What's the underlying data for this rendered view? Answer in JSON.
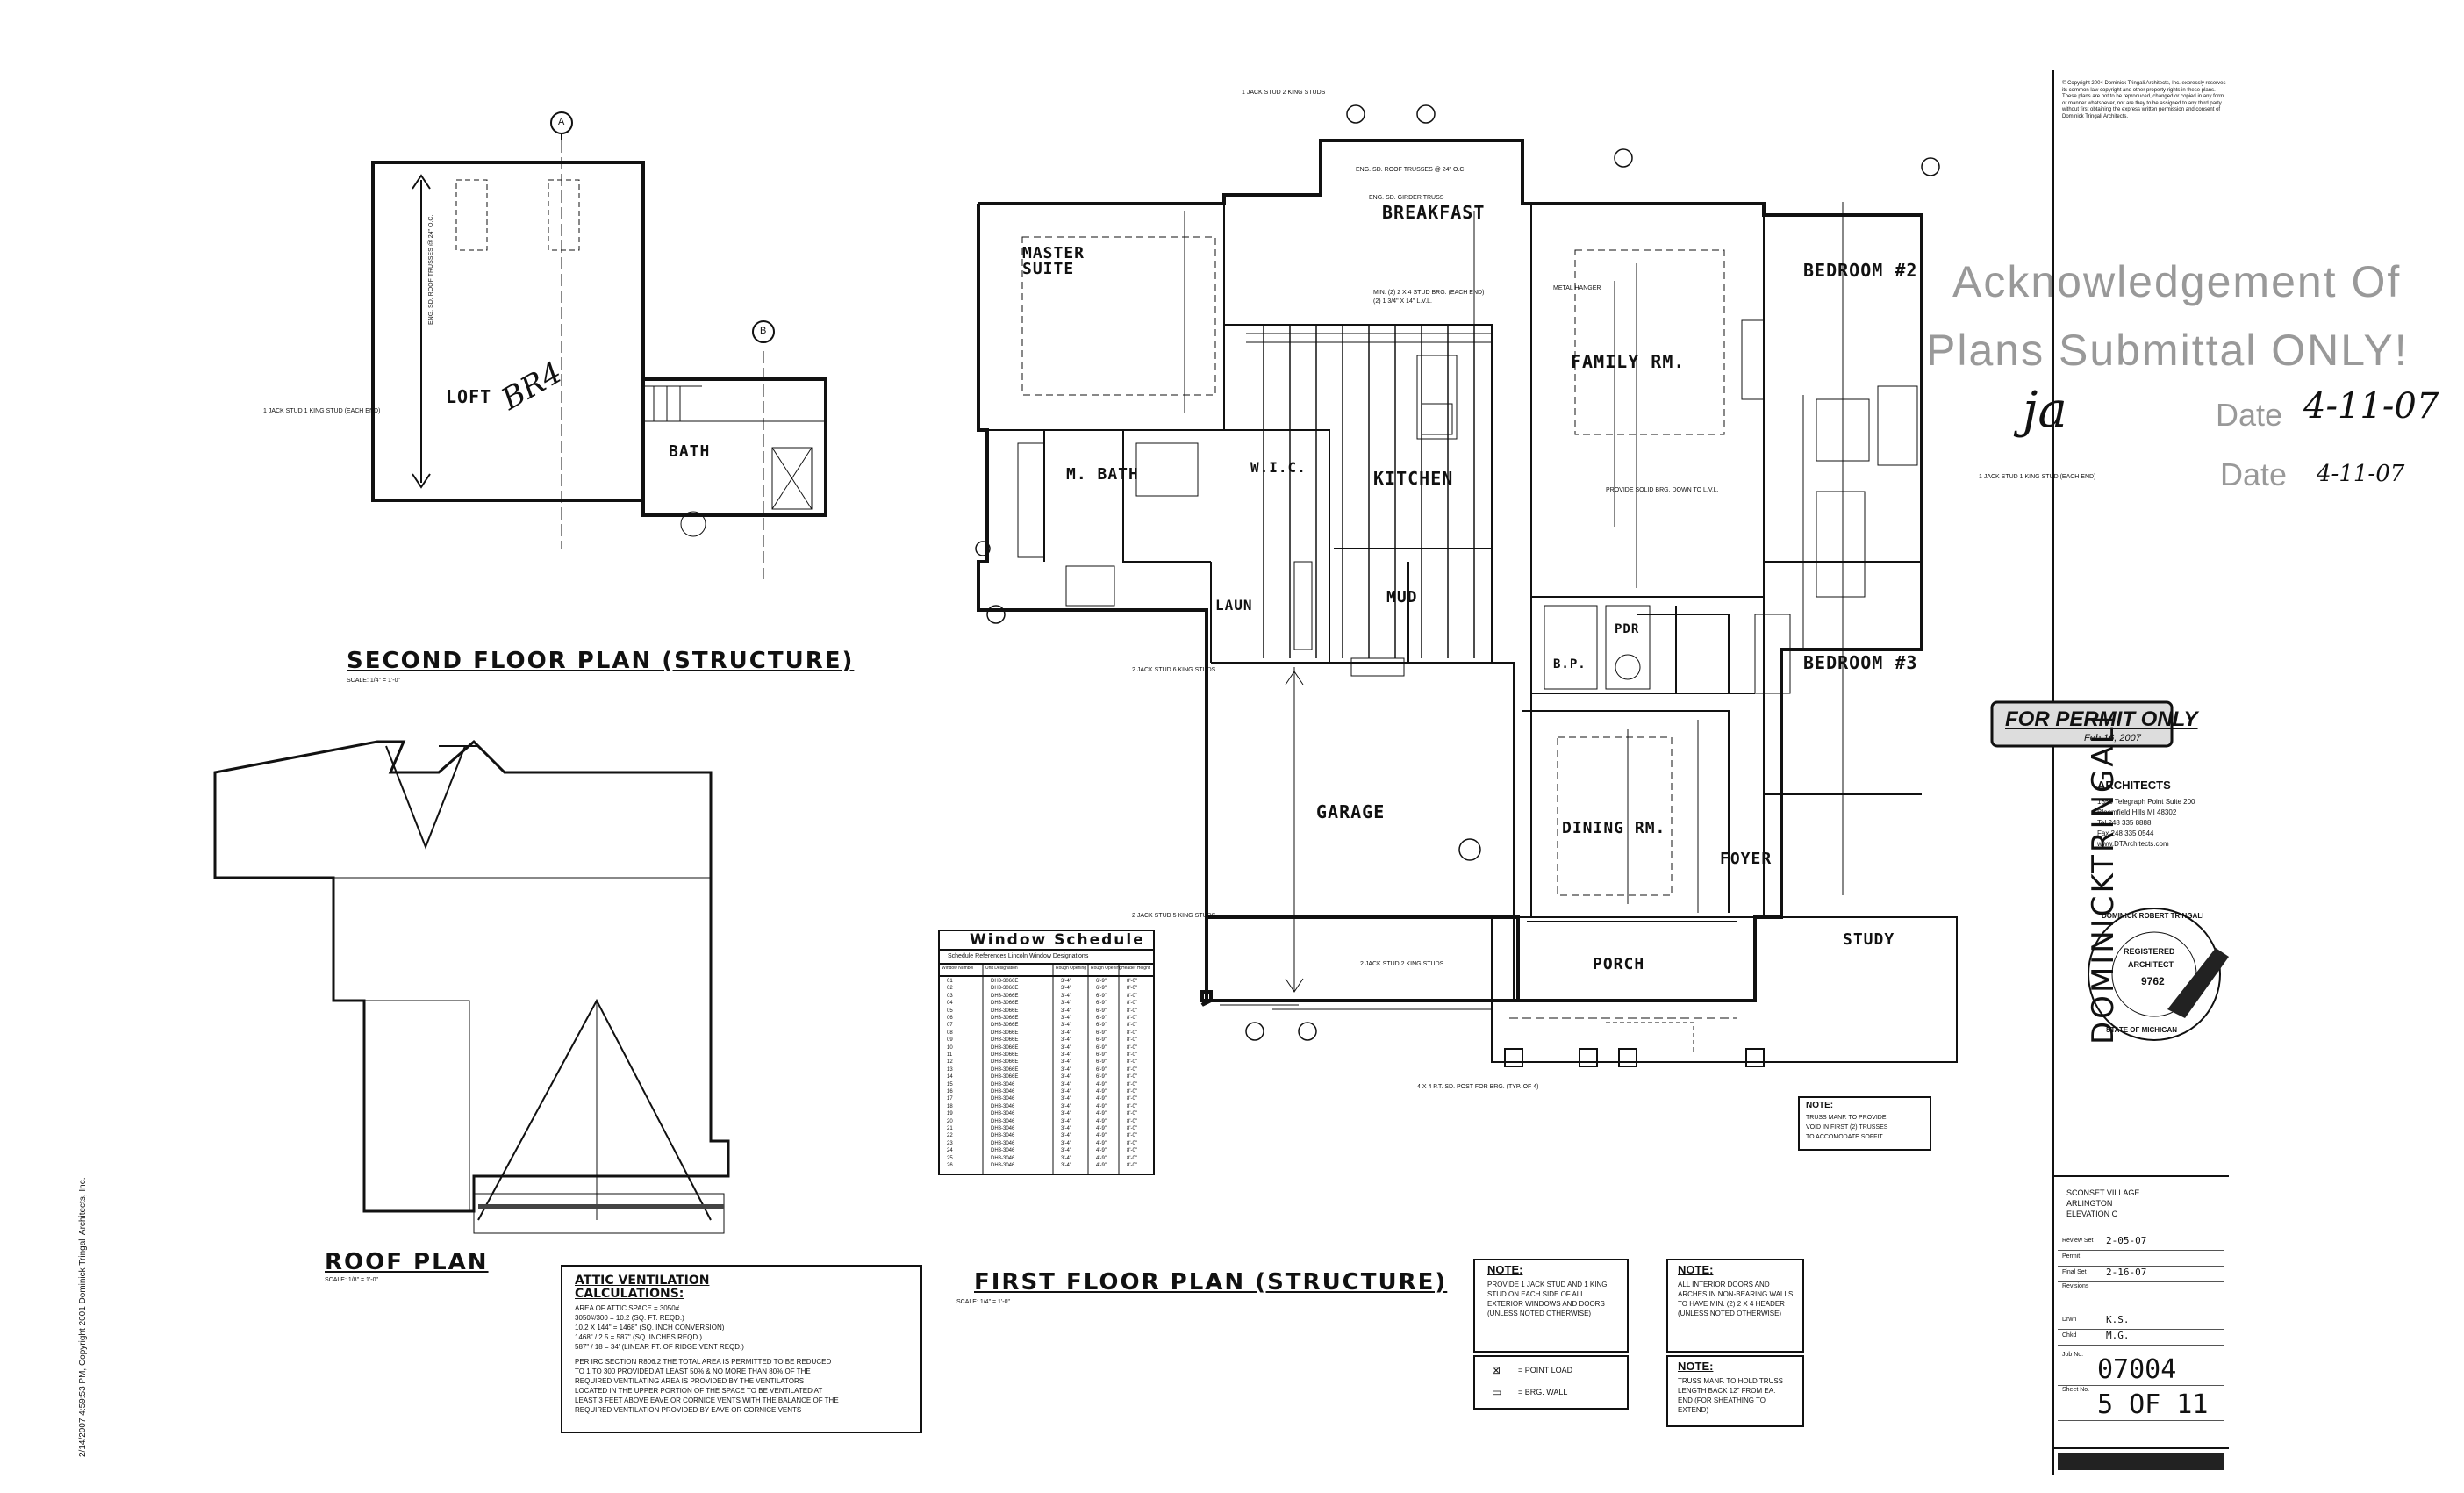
{
  "second_floor": {
    "title": "SECOND FLOOR PLAN (STRUCTURE)",
    "scale": "SCALE: 1/4\" = 1'-0\"",
    "rooms": {
      "loft": "LOFT",
      "bath": "BATH"
    },
    "handwritten": "BR4",
    "section_marks": [
      "A",
      "B"
    ],
    "notes": [
      "ENG. SD. ROOF TRUSSES @ 24\" O.C.",
      "1 JACK STUD 1 KING STUD (EACH END)"
    ]
  },
  "roof_plan": {
    "title": "ROOF PLAN",
    "scale": "SCALE: 1/8\" = 1'-0\""
  },
  "first_floor": {
    "title": "FIRST FLOOR PLAN (STRUCTURE)",
    "scale": "SCALE: 1/4\" = 1'-0\"",
    "rooms": {
      "master": "MASTER SUITE",
      "breakfast": "BREAKFAST",
      "family": "FAMILY RM.",
      "bedroom2": "BEDROOM #2",
      "mbath": "M. BATH",
      "wic": "W.I.C.",
      "kitchen": "KITCHEN",
      "laun": "LAUN",
      "mud": "MUD",
      "bedroom3": "BEDROOM #3",
      "garage": "GARAGE",
      "dining": "DINING RM.",
      "foyer": "FOYER",
      "porch": "PORCH",
      "study": "STUDY",
      "bp": "B.P.",
      "pdr": "PDR"
    },
    "notes": [
      "1 JACK STUD 2 KING STUDS",
      "ENG. SD. ROOF TRUSSES @ 24\" O.C.",
      "ENG. SD. GIRDER TRUSS",
      "MIN. (2) 2 X 4 STUD BRG. (EACH END)",
      "(2) 1 3/4\" X 14\" L.V.L.",
      "METAL HANGER",
      "PROVIDE SOLID BRG. DOWN TO L.V.L.",
      "1 JACK STUD 1 KING STUD (EACH END)",
      "2 JACK STUD 6 KING STUDS",
      "2 JACK STUD 5 KING STUDS",
      "2 JACK STUD 2 KING STUDS",
      "4 X 4 P.T. SD. POST FOR BRG. (TYP. OF 4)"
    ]
  },
  "window_schedule": {
    "title": "Window Schedule",
    "subtitle": "Schedule References Lincoln Window Designations",
    "headers": [
      "Window Number",
      "Unit Designation",
      "Rough Opening Width",
      "Rough Opening Height",
      "Header Height"
    ],
    "rows": [
      [
        "01",
        "DH3-3066E",
        "3'-4\"",
        "6'-9\"",
        "8'-0\""
      ],
      [
        "02",
        "DH3-3066E",
        "3'-4\"",
        "6'-9\"",
        "8'-0\""
      ],
      [
        "03",
        "DH3-3066E",
        "3'-4\"",
        "6'-9\"",
        "8'-0\""
      ],
      [
        "04",
        "DH3-3066E",
        "3'-4\"",
        "6'-9\"",
        "8'-0\""
      ],
      [
        "05",
        "DH3-3066E",
        "3'-4\"",
        "6'-9\"",
        "8'-0\""
      ],
      [
        "06",
        "DH3-3066E",
        "3'-4\"",
        "6'-9\"",
        "8'-0\""
      ],
      [
        "07",
        "DH3-3066E",
        "3'-4\"",
        "6'-9\"",
        "8'-0\""
      ],
      [
        "08",
        "DH3-3066E",
        "3'-4\"",
        "6'-9\"",
        "8'-0\""
      ],
      [
        "09",
        "DH3-3066E",
        "3'-4\"",
        "6'-9\"",
        "8'-0\""
      ],
      [
        "10",
        "DH3-3066E",
        "3'-4\"",
        "6'-9\"",
        "8'-0\""
      ],
      [
        "11",
        "DH3-3066E",
        "3'-4\"",
        "6'-9\"",
        "8'-0\""
      ],
      [
        "12",
        "DH3-3066E",
        "3'-4\"",
        "6'-9\"",
        "8'-0\""
      ],
      [
        "13",
        "DH3-3066E",
        "3'-4\"",
        "6'-9\"",
        "8'-0\""
      ],
      [
        "14",
        "DH3-3066E",
        "3'-4\"",
        "6'-9\"",
        "8'-0\""
      ],
      [
        "15",
        "DH3-3046",
        "3'-4\"",
        "4'-9\"",
        "8'-0\""
      ],
      [
        "16",
        "DH3-3046",
        "3'-4\"",
        "4'-9\"",
        "8'-0\""
      ],
      [
        "17",
        "DH3-3046",
        "3'-4\"",
        "4'-9\"",
        "8'-0\""
      ],
      [
        "18",
        "DH3-3046",
        "3'-4\"",
        "4'-9\"",
        "8'-0\""
      ],
      [
        "19",
        "DH3-3046",
        "3'-4\"",
        "4'-9\"",
        "8'-0\""
      ],
      [
        "20",
        "DH3-3046",
        "3'-4\"",
        "4'-9\"",
        "8'-0\""
      ],
      [
        "21",
        "DH3-3046",
        "3'-4\"",
        "4'-9\"",
        "8'-0\""
      ],
      [
        "22",
        "DH3-3046",
        "3'-4\"",
        "4'-9\"",
        "8'-0\""
      ],
      [
        "23",
        "DH3-3046",
        "3'-4\"",
        "4'-9\"",
        "8'-0\""
      ],
      [
        "24",
        "DH3-3046",
        "3'-4\"",
        "4'-9\"",
        "8'-0\""
      ],
      [
        "25",
        "DH3-3046",
        "3'-4\"",
        "4'-9\"",
        "8'-0\""
      ],
      [
        "26",
        "DH3-3046",
        "3'-4\"",
        "4'-9\"",
        "8'-0\""
      ]
    ]
  },
  "attic": {
    "title": "ATTIC VENTILATION CALCULATIONS:",
    "lines": [
      "AREA OF ATTIC SPACE = 3050#",
      "3050#/300 = 10.2 (SQ. FT. REQD.)",
      "10.2 X 144\" = 1468\" (SQ. INCH CONVERSION)",
      "1468\" / 2.5 = 587\" (SQ. INCHES REQD.)",
      "587\" / 18 = 34' (LINEAR FT. OF RIDGE VENT REQD.)",
      "PER IRC SECTION R806.2 THE TOTAL AREA IS PERMITTED TO BE REDUCED",
      "TO 1 TO 300 PROVIDED AT LEAST 50% & NO MORE THAN 80% OF THE",
      "REQUIRED VENTILATING AREA IS PROVIDED BY THE VENTILATORS",
      "LOCATED IN THE UPPER PORTION OF THE SPACE TO BE VENTILATED AT",
      "LEAST 3 FEET ABOVE EAVE OR CORNICE VENTS WITH THE BALANCE OF THE",
      "REQUIRED VENTILATION PROVIDED BY EAVE OR CORNICE VENTS"
    ]
  },
  "notes_boxes": {
    "note1": {
      "title": "NOTE:",
      "text": [
        "PROVIDE 1 JACK STUD AND 1 KING",
        "STUD ON EACH SIDE OF ALL",
        "EXTERIOR WINDOWS AND DOORS",
        "(UNLESS NOTED OTHERWISE)"
      ]
    },
    "note2": {
      "title": "NOTE:",
      "text": [
        "ALL INTERIOR DOORS AND",
        "ARCHES IN NON-BEARING WALLS",
        "TO HAVE MIN. (2) 2 X 4 HEADER",
        "(UNLESS NOTED OTHERWISE)"
      ]
    },
    "note3": {
      "title": "NOTE:",
      "text": [
        "TRUSS MANF. TO HOLD TRUSS",
        "LENGTH BACK 12\" FROM EA.",
        "END (FOR SHEATHING TO",
        "EXTEND)"
      ]
    },
    "note4": {
      "title": "NOTE:",
      "text": [
        "TRUSS MANF. TO PROVIDE",
        "VOID IN FIRST (2) TRUSSES",
        "TO ACCOMODATE SOFFIT"
      ]
    },
    "legend": [
      {
        "sym": "⊠",
        "label": "= POINT LOAD"
      },
      {
        "sym": "▭",
        "label": "= BRG. WALL"
      }
    ]
  },
  "stamps": {
    "ack1": "Acknowledgement Of",
    "ack2": "Plans Submittal ONLY!",
    "date1_label": "Date",
    "date1_value": "4-11-07",
    "date2_label": "Date",
    "date2_value": "4-11-07",
    "initials": "ja",
    "permit": "FOR PERMIT ONLY",
    "permit_date": "Feb 16, 2007"
  },
  "firm": {
    "vertical_name": "DOMINICKTRINGALI",
    "word": "ARCHITECTS",
    "address": [
      "1858 Telegraph Point Suite 200",
      "Bloomfield Hills MI 48302",
      "Tel 248 335 8888",
      "Fax 248 335 0544",
      "www.DTArchitects.com"
    ],
    "seal_lines": [
      "DOMINICK ROBERT TRINGALI",
      "REGISTERED",
      "ARCHITECT",
      "9762",
      "STATE OF MICHIGAN"
    ],
    "copyright": "© Copyright 2004 Dominick Tringali Architects, Inc. expressly reserves its common law copyright and other property rights in these plans. These plans are not to be reproduced, changed or copied in any form or manner whatsoever, nor are they to be assigned to any third party without first obtaining the express written permission and consent of Dominick Tringali Architects."
  },
  "title_block": {
    "project": [
      "SCONSET VILLAGE",
      "ARLINGTON",
      "ELEVATION C"
    ],
    "rows": [
      {
        "label": "Review Set",
        "value": "2-05-07"
      },
      {
        "label": "Permit",
        "value": ""
      },
      {
        "label": "Final Set",
        "value": "2-16-07"
      },
      {
        "label": "Revisions",
        "value": ""
      },
      {
        "label": "Drwn",
        "value": "K.S."
      },
      {
        "label": "Chkd",
        "value": "M.G."
      },
      {
        "label": "Job No.",
        "value": "07004"
      },
      {
        "label": "Sheet No.",
        "value": "5 OF 11"
      }
    ]
  },
  "side_caption": "2/14/2007 4:59:53 PM, Copyright 2001 Dominick Tringali Architects, Inc."
}
